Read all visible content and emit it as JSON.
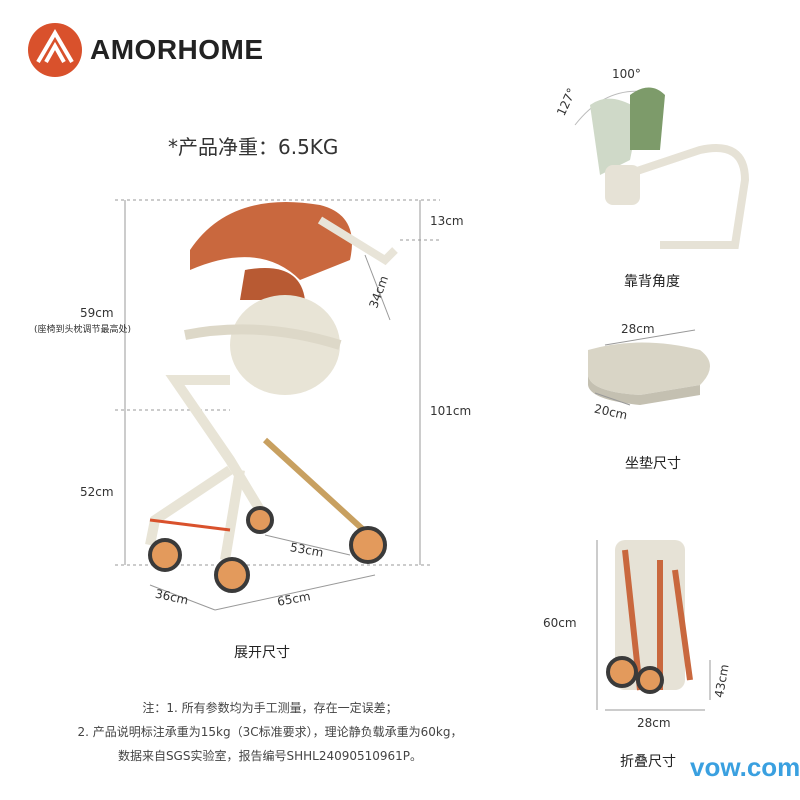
{
  "brand": {
    "name": "AMORHOME",
    "color": "#d9512c"
  },
  "weight_label": "*产品净重：6.5KG",
  "unfolded": {
    "caption": "展开尺寸",
    "dims": {
      "seat_to_headrest": "59cm",
      "seat_to_headrest_note": "(座椅到头枕调节最高处)",
      "seat_height": "52cm",
      "canopy": "13cm",
      "total_height": "101cm",
      "handle": "34cm",
      "wheelbase": "53cm",
      "width": "36cm",
      "length": "65cm"
    }
  },
  "backrest": {
    "caption": "靠背角度",
    "angle_max": "127°",
    "angle_min": "100°"
  },
  "cushion": {
    "caption": "坐垫尺寸",
    "width": "28cm",
    "depth": "20cm"
  },
  "folded": {
    "caption": "折叠尺寸",
    "height": "60cm",
    "depth": "43cm",
    "width": "28cm"
  },
  "notes": [
    "注：1. 所有参数均为手工测量，存在一定误差；",
    "2. 产品说明标注承重为15kg（3C标准要求），理论静负载承重为60kg，",
    "数据来自SGS实验室，报告编号SHHL24090510961P。"
  ],
  "watermark": "vow.com"
}
